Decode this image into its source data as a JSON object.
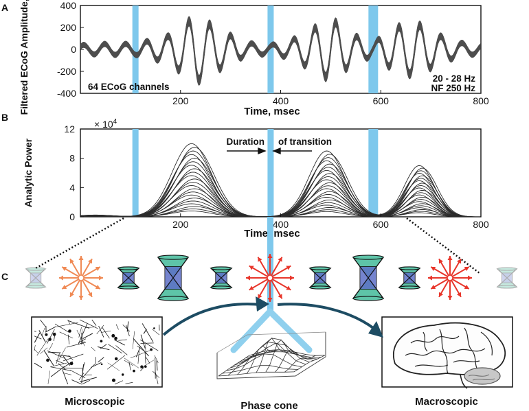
{
  "panels": {
    "a": "A",
    "b": "B",
    "c": "C"
  },
  "chart_data": [
    {
      "type": "line",
      "panel": "A",
      "xlabel": "Time, msec",
      "ylabel": "Filtered ECoG Amplitude, uV",
      "xlim": [
        0,
        800
      ],
      "ylim": [
        -400,
        400
      ],
      "xticks": [
        "200",
        "400",
        "600",
        "800"
      ],
      "yticks": [
        "400",
        "200",
        "0",
        "-200",
        "-400"
      ],
      "annotation_left": "64 ECoG channels",
      "annotation_right_1": "20 - 28 Hz",
      "annotation_right_2": "NF  250 Hz",
      "markers_x": [
        110,
        380,
        585
      ],
      "envelope": [
        [
          0,
          40
        ],
        [
          50,
          50
        ],
        [
          110,
          50
        ],
        [
          175,
          120
        ],
        [
          230,
          300
        ],
        [
          290,
          150
        ],
        [
          330,
          60
        ],
        [
          380,
          40
        ],
        [
          420,
          80
        ],
        [
          470,
          200
        ],
        [
          500,
          280
        ],
        [
          545,
          130
        ],
        [
          585,
          60
        ],
        [
          630,
          200
        ],
        [
          670,
          240
        ],
        [
          720,
          120
        ],
        [
          760,
          60
        ],
        [
          800,
          40
        ]
      ]
    },
    {
      "type": "line",
      "panel": "B",
      "xlabel": "Time, msec",
      "ylabel": "Analytic Power",
      "scale_label": "× 10",
      "scale_exp": "4",
      "xlim": [
        0,
        800
      ],
      "ylim": [
        0,
        12
      ],
      "xticks": [
        "200",
        "400",
        "600",
        "800"
      ],
      "yticks": [
        "12",
        "8",
        "4",
        "0"
      ],
      "annotation_1": "Duration",
      "annotation_2": "of transition",
      "markers_x": [
        110,
        380,
        585
      ],
      "bumps": [
        {
          "center": 225,
          "width": 55,
          "max_peak": 10.0
        },
        {
          "center": 495,
          "width": 50,
          "max_peak": 9.0
        },
        {
          "center": 680,
          "width": 42,
          "max_peak": 7.0
        }
      ],
      "series_count": 22
    }
  ],
  "diagram": {
    "labels": {
      "microscopic": "Microscopic",
      "phase_cone": "Phase cone",
      "macroscopic": "Macroscopic"
    },
    "colors": {
      "marker": "#7ec8ec",
      "cone_fill": "#5ec4a8",
      "cone_inner": "#5d6fc7",
      "burst_red": "#e8352a",
      "burst_orange": "#f08a55",
      "arrow_dark": "#1d4c63"
    }
  }
}
